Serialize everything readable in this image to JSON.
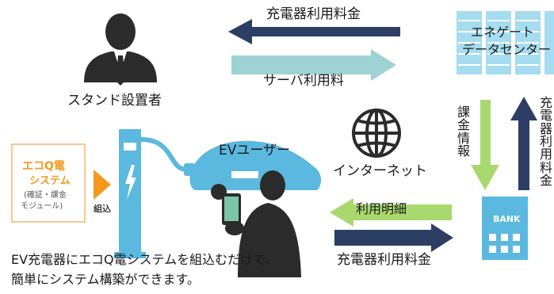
{
  "labels": {
    "arrow_top_charge_fee": "充電器利用料金",
    "arrow_server_fee": "サーバ利用料",
    "stand_owner": "スタンド設置者",
    "datacenter_line1": "エネゲート",
    "datacenter_line2": "データセンター",
    "billing_info": "課金情報",
    "charge_fee_vertical": "充電器利用料金",
    "internet": "インターネット",
    "ev_user": "EVユーザー",
    "usage_detail": "利用明細",
    "arrow_bottom_charge_fee": "充電器利用料金",
    "bank_sign": "BANK",
    "install_label": "組込",
    "caption_line1": "EV充電器にエコQ電システムを組込むだけで、",
    "caption_line2": "簡単にシステム構築ができます。"
  },
  "system_box": {
    "logo_text": "エコQ電",
    "title": "システム",
    "sub_line1": "(確証・課金",
    "sub_line2": "モジュール)"
  },
  "colors": {
    "navy": "#2c3e63",
    "light_teal": "#9fd3d3",
    "light_green": "#a9d86e",
    "sky_blue": "#5bb8de",
    "orange": "#f39a1e",
    "figure_dark": "#2b2b2b"
  }
}
